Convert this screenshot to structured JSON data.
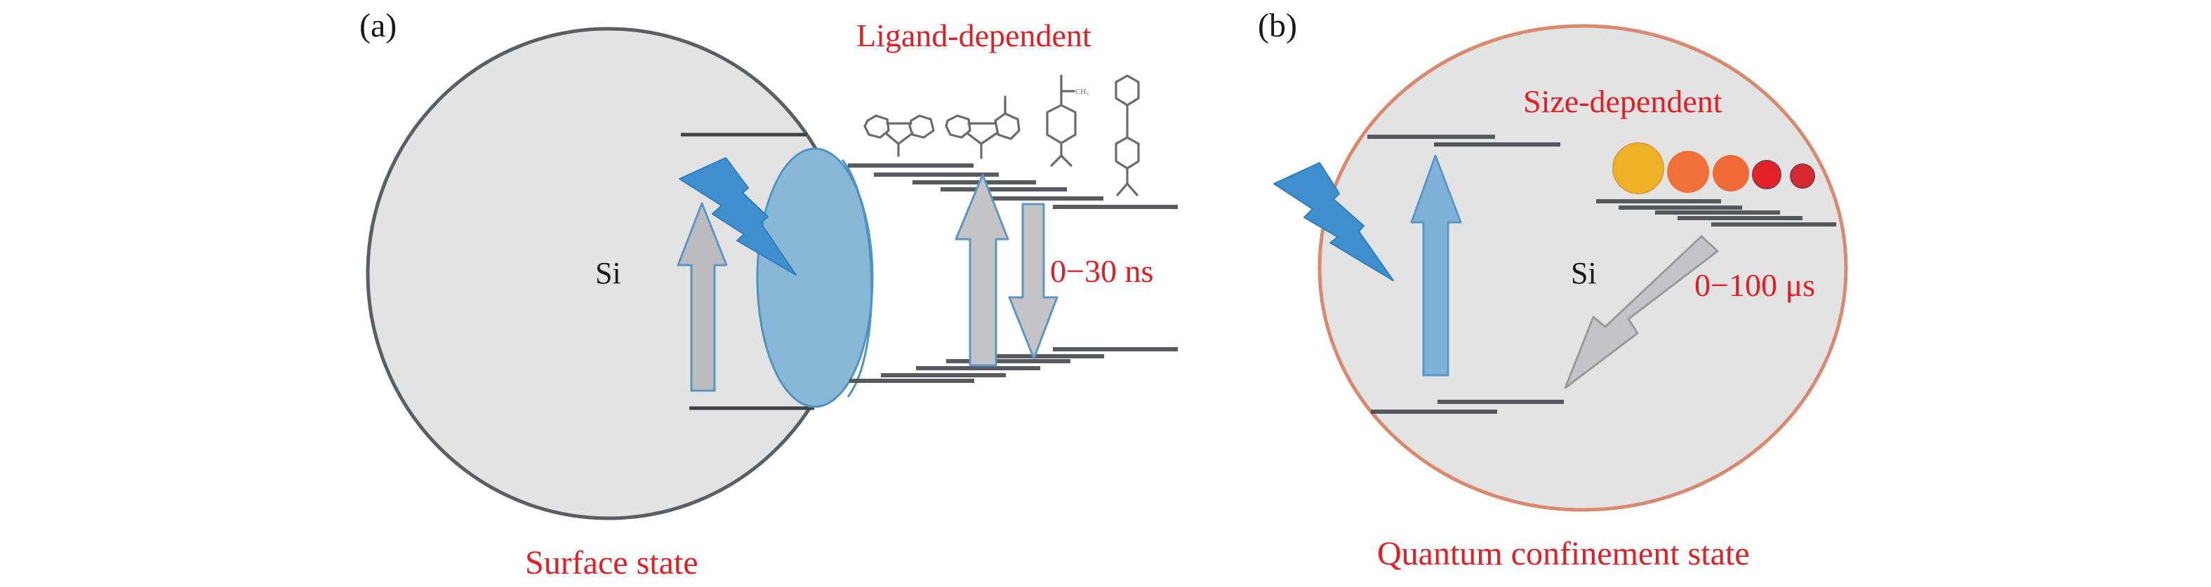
{
  "figure": {
    "panels": [
      {
        "id": "a",
        "label": "(a)",
        "core_label": "Si",
        "title": "Ligand-dependent",
        "lifetime_label": "0−30 ns",
        "caption": "Surface state",
        "circle_border_color": "#5b5e63",
        "ligands": [
          "carbazole",
          "tetrahydrocarbazolone",
          "N,N-dimethylamino-acetophenone",
          "dimethylaminostilbene"
        ]
      },
      {
        "id": "b",
        "label": "(b)",
        "core_label": "Si",
        "title": "Size-dependent",
        "lifetime_label": "0−100 μs",
        "caption": "Quantum confinement state",
        "circle_border_color": "#d98a6e",
        "nanoparticles": [
          {
            "size_rank": 1,
            "color": "#f0b027"
          },
          {
            "size_rank": 2,
            "color": "#f07037"
          },
          {
            "size_rank": 3,
            "color": "#f06a35"
          },
          {
            "size_rank": 4,
            "color": "#e52128"
          },
          {
            "size_rank": 5,
            "color": "#d42a2f"
          }
        ]
      }
    ],
    "colors": {
      "label_red": "#e31e25",
      "core_fill": "#e3e3e3",
      "excitation_blue": "#3f8fcf",
      "surface_ellipse": "#88b8d6",
      "arrow_gray": "#c4c4c6",
      "arrow_blue": "#7fb2d9",
      "level_dark": "#3f4247"
    }
  }
}
